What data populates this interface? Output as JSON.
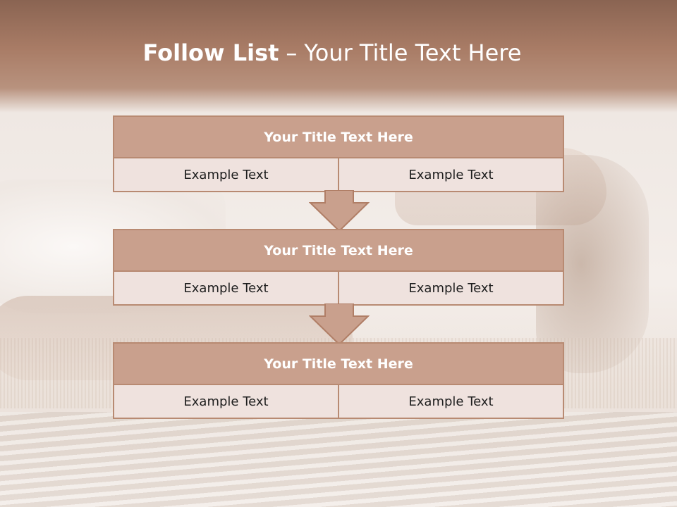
{
  "slide": {
    "title_strong": "Follow List",
    "title_separator": "–",
    "title_rest": "Your Title Text Here"
  },
  "steps": [
    {
      "title": "Your Title Text Here",
      "left_text": "Example Text",
      "right_text": "Example Text"
    },
    {
      "title": "Your Title Text Here",
      "left_text": "Example Text",
      "right_text": "Example Text"
    },
    {
      "title": "Your Title Text Here",
      "left_text": "Example Text",
      "right_text": "Example Text"
    }
  ],
  "colors": {
    "header_band": "#a97c66",
    "box_header": "#c9a08d",
    "box_border": "#b88a72",
    "cell_fill": "#efe2de",
    "arrow_fill": "#c9a08d"
  }
}
